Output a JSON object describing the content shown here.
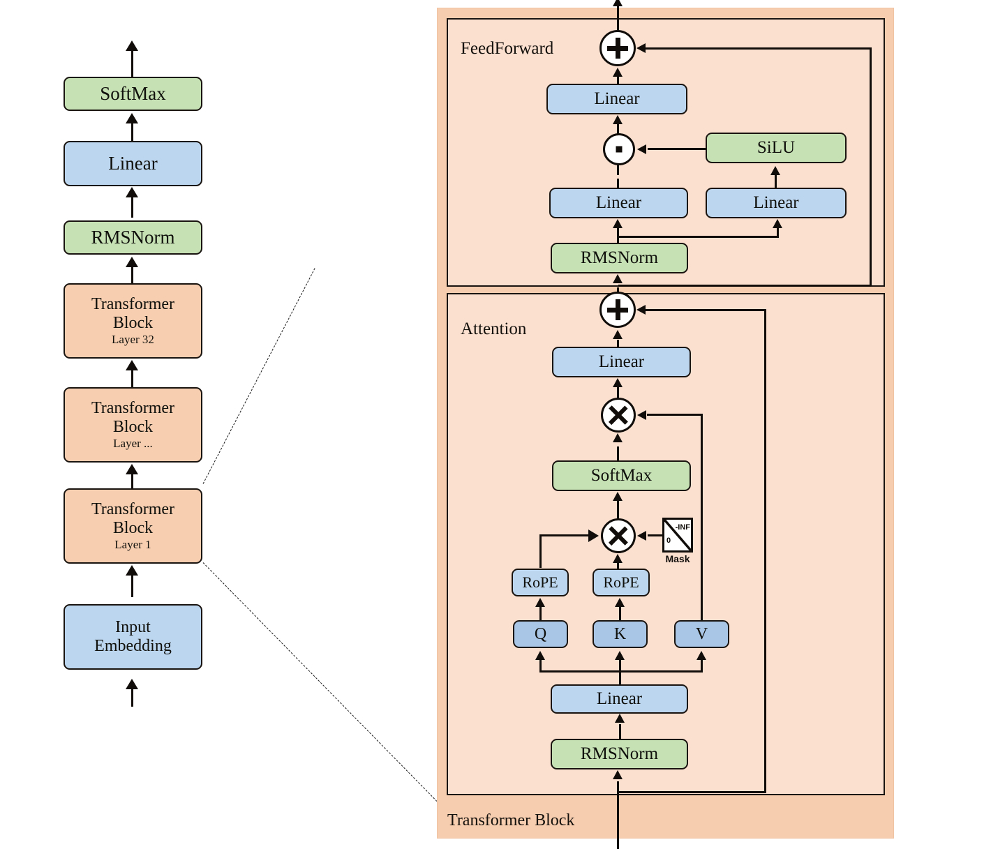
{
  "diagram": {
    "title": "Transformer (LLaMA-style) architecture",
    "palette": {
      "blue": "#bcd6ef",
      "blue_dark": "#aac6e7",
      "green": "#c6e2b5",
      "orange": "#f7ceb0",
      "panel_outer": "#f6cdaf",
      "panel_inner": "#fbe0d0",
      "stroke": "#100d0a"
    }
  },
  "stack": {
    "nodes": [
      {
        "label": "SoftMax",
        "color": "green"
      },
      {
        "label": "Linear",
        "color": "blue"
      },
      {
        "label": "RMSNorm",
        "color": "green"
      },
      {
        "label": "Transformer\nBlock",
        "title": "Transformer",
        "title2": "Block",
        "sub": "Layer 32",
        "color": "orange"
      },
      {
        "label": "Transformer Block",
        "title": "Transformer",
        "title2": "Block",
        "sub": "Layer ...",
        "color": "orange"
      },
      {
        "label": "Transformer Block",
        "title": "Transformer",
        "title2": "Block",
        "sub": "Layer 1",
        "color": "orange"
      },
      {
        "label": "Input Embedding",
        "title": "Input",
        "title2": "Embedding",
        "sub": "",
        "color": "blue"
      }
    ],
    "softmax": "SoftMax",
    "linear": "Linear",
    "rmsnorm": "RMSNorm",
    "block_title": "Transformer",
    "block_title2": "Block",
    "layer_32": "Layer 32",
    "layer_dots": "Layer ...",
    "layer_1": "Layer 1",
    "input_title": "Input",
    "input_title2": "Embedding"
  },
  "detail": {
    "container_label": "Transformer Block",
    "feedforward": {
      "label": "FeedForward",
      "add_op": "plus-operator",
      "out_linear": "Linear",
      "mul_op": "elementwise-multiply-operator",
      "silu": "SiLU",
      "gate_linear": "Linear",
      "up_linear": "Linear",
      "rmsnorm": "RMSNorm"
    },
    "attention": {
      "label": "Attention",
      "add_op": "plus-operator",
      "out_linear": "Linear",
      "matmul_av": "matmul-operator",
      "softmax": "SoftMax",
      "matmul_qk": "matmul-operator",
      "mask": {
        "caption": "Mask",
        "high": "-INF",
        "low": "0"
      },
      "rope_q": "RoPE",
      "rope_k": "RoPE",
      "q": "Q",
      "k": "K",
      "v": "V",
      "qkv_linear": "Linear",
      "rmsnorm": "RMSNorm"
    }
  }
}
